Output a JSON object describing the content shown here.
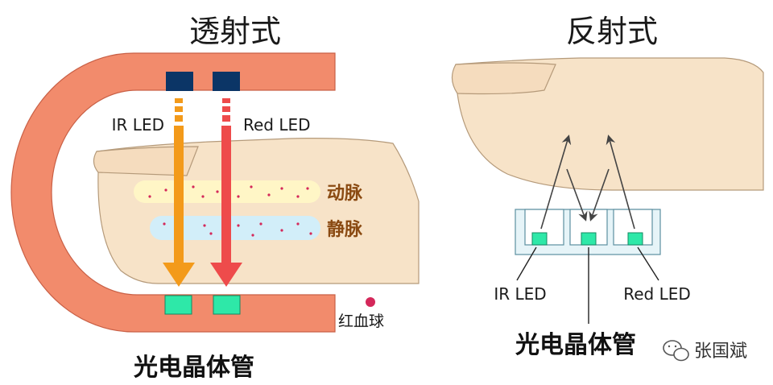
{
  "left_panel": {
    "title": "透射式",
    "ir_led_label": "IR LED",
    "red_led_label": "Red LED",
    "artery_label": "动脉",
    "vein_label": "静脉",
    "rbc_label": "红血球",
    "photo_label": "光电晶体管"
  },
  "right_panel": {
    "title": "反射式",
    "ir_led_label": "IR LED",
    "red_led_label": "Red LED",
    "photo_label": "光电晶体管"
  },
  "watermark": {
    "text": "张国斌",
    "icon": "wechat-icon"
  },
  "colors": {
    "clip": "#f28b6c",
    "clip_stroke": "#c96046",
    "led_emitter": "#0b3566",
    "photodiode": "#2ee8a8",
    "finger": "#f7e3c8",
    "finger_stroke": "#b59a7a",
    "artery": "#fff6c6",
    "vein": "#d2eef9",
    "blood_dot": "#d4285a",
    "ir_arrow": "#f39a1a",
    "red_arrow": "#ee4b4b",
    "sensor_housing": "#e6f4f8",
    "sensor_stroke": "#5c8fa0"
  }
}
